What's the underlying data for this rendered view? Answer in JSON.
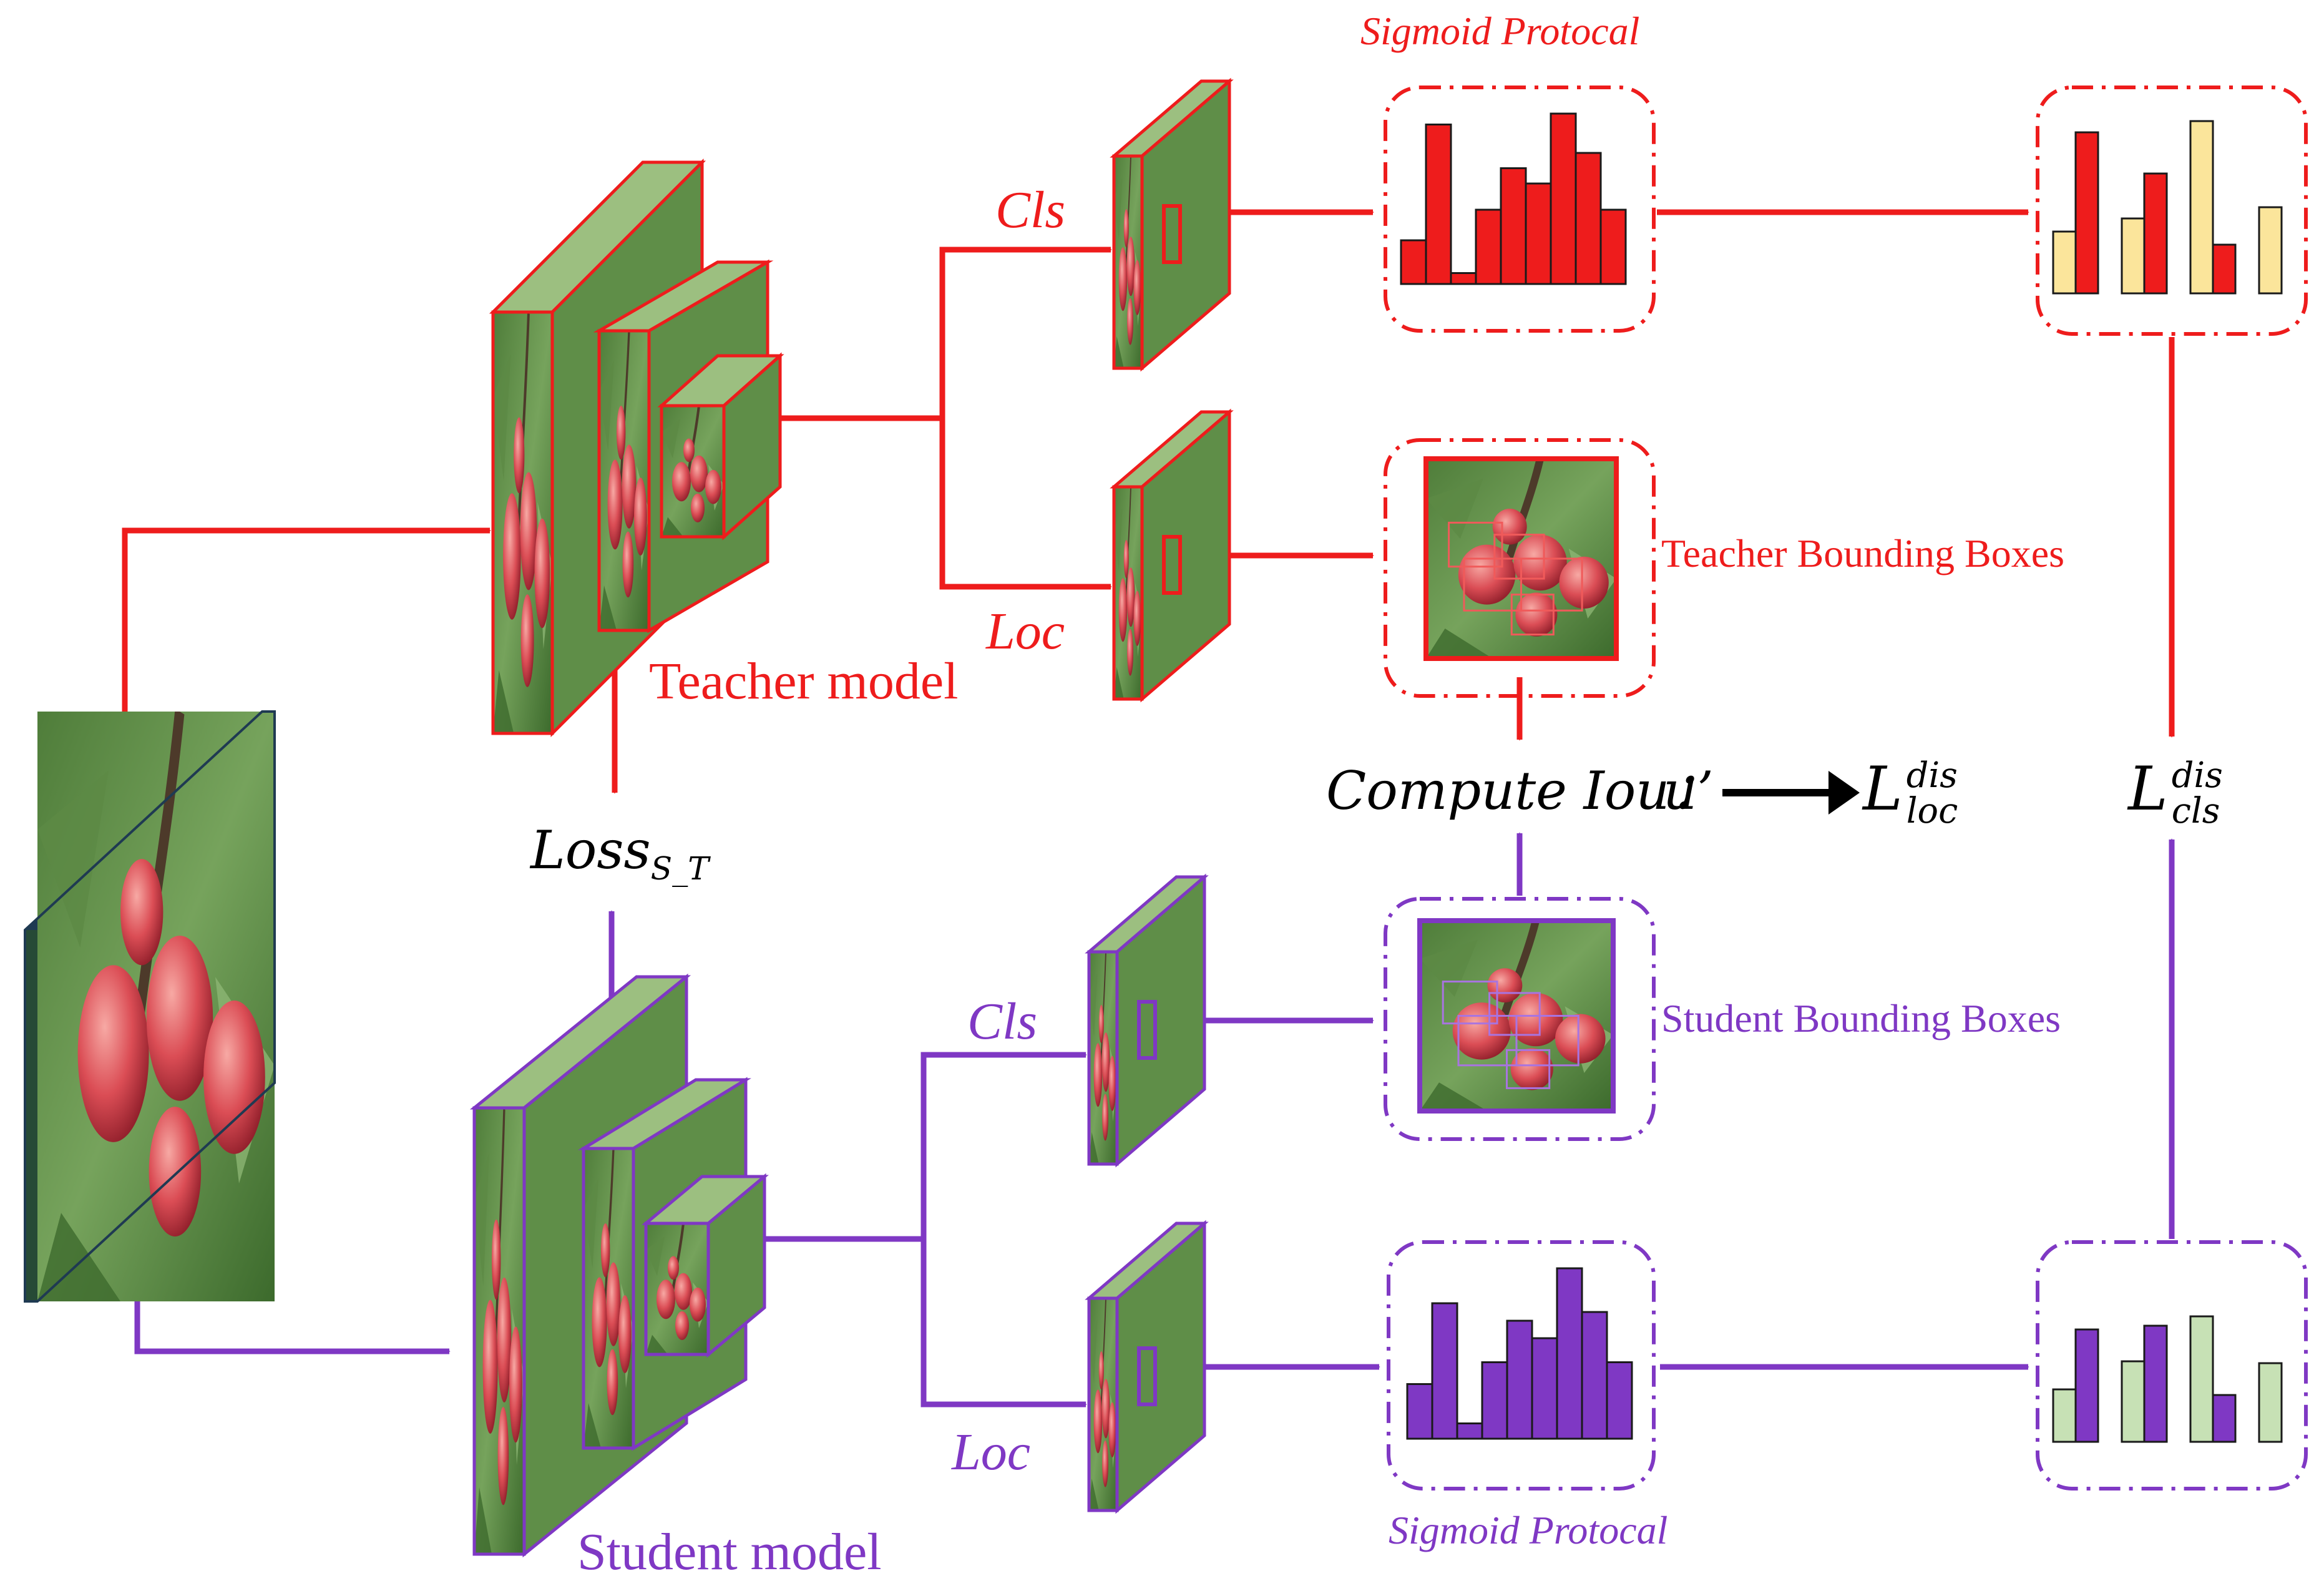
{
  "labels": {
    "teacher_model": "Teacher model",
    "student_model": "Student model",
    "cls_top": "Cls",
    "loc_top": "Loc",
    "cls_bottom": "Cls",
    "loc_bottom": "Loc",
    "sigmoid_top": "Sigmoid Protocal",
    "sigmoid_bottom": "Sigmoid Protocal",
    "teacher_boxes": "Teacher Bounding Boxes",
    "student_boxes": "Student Bounding Boxes",
    "loss_base": "Loss",
    "loss_sub": "S_T",
    "compute_iou": "Compute Iou：",
    "u_prime": "u’",
    "l_loc_base": "L",
    "l_loc_sup": "dis",
    "l_loc_sub": "loc",
    "l_cls_base": "L",
    "l_cls_sup": "dis",
    "l_cls_sub": "cls"
  },
  "colors": {
    "teacher": "#ee1c1c",
    "student": "#7f38c4",
    "teacher_pair_bar": "#fbe59b",
    "student_pair_bar": "#c7e1b5",
    "input_frame": "#1f3a52"
  },
  "histograms": {
    "teacher_bars": [
      0.2,
      0.73,
      0.05,
      0.34,
      0.53,
      0.46,
      0.78,
      0.6,
      0.34
    ],
    "student_bars": [
      0.25,
      0.62,
      0.07,
      0.35,
      0.54,
      0.46,
      0.78,
      0.58,
      0.35
    ],
    "teacher_pairs": [
      [
        0.33,
        0.86
      ],
      [
        0.4,
        0.64
      ],
      [
        0.92,
        0.26
      ],
      [
        0.46,
        0.0
      ]
    ],
    "student_pairs": [
      [
        0.28,
        0.6
      ],
      [
        0.43,
        0.62
      ],
      [
        0.67,
        0.25
      ],
      [
        0.42,
        0.0
      ]
    ]
  }
}
